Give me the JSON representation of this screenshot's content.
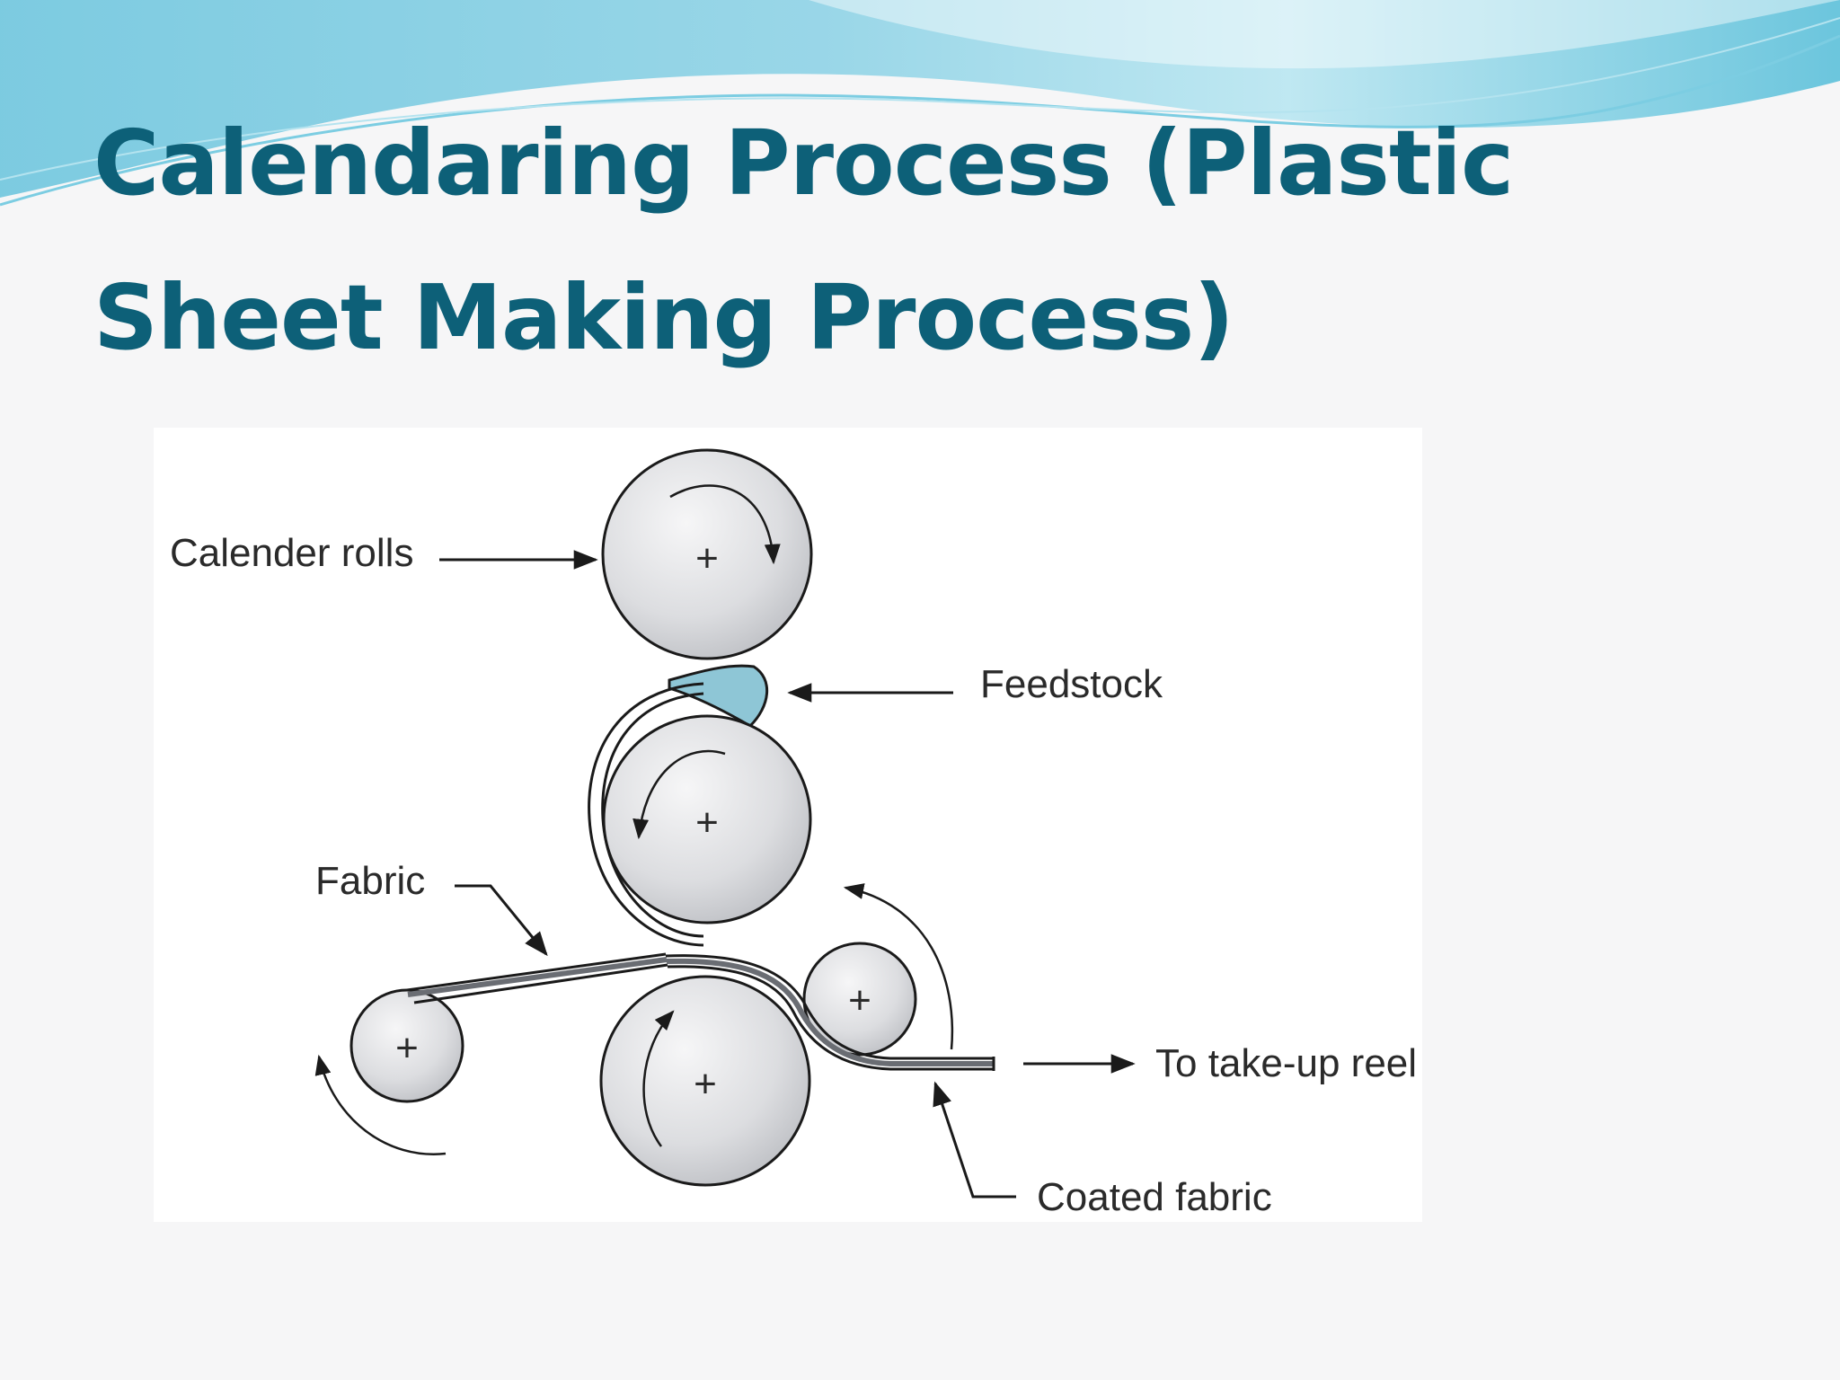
{
  "slide": {
    "title_line1": "Calendaring Process (Plastic",
    "title_line2": "Sheet Making Process)"
  },
  "diagram": {
    "labels": {
      "calender_rolls": "Calender rolls",
      "feedstock": "Feedstock",
      "fabric": "Fabric",
      "to_take_up_reel": "To take-up reel",
      "coated_fabric": "Coated fabric"
    },
    "roll_mark": "+",
    "colors": {
      "title": "#0d6078",
      "feedstock": "#8ec6d6",
      "roll_fill": "#d9dadd",
      "line": "#1a1a1a"
    }
  }
}
